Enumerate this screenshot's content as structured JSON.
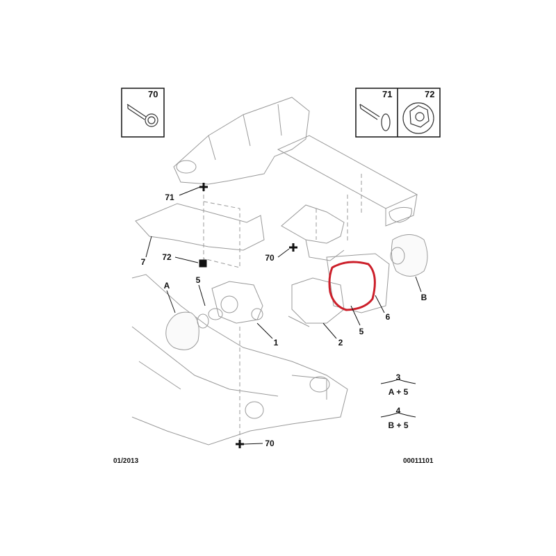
{
  "parts_boxes": [
    {
      "number": "70",
      "icon": "flange-bolt-icon"
    },
    {
      "number": "71",
      "icon": "torx-bolt-icon"
    },
    {
      "number": "72",
      "icon": "flange-nut-icon"
    }
  ],
  "callouts": {
    "c71": "71",
    "c7": "7",
    "c72": "72",
    "c70a": "70",
    "cA": "A",
    "c5a": "5",
    "c1": "1",
    "c2": "2",
    "c5b": "5",
    "c6": "6",
    "cB": "B",
    "c70b": "70"
  },
  "legend": [
    {
      "number": "3",
      "formula": "A + 5"
    },
    {
      "number": "4",
      "formula": "B + 5"
    }
  ],
  "footer": {
    "date": "01/2013",
    "reference": "00011101"
  },
  "colors": {
    "line": "#888888",
    "ink": "#111111",
    "highlight": "#cc1f2a"
  }
}
